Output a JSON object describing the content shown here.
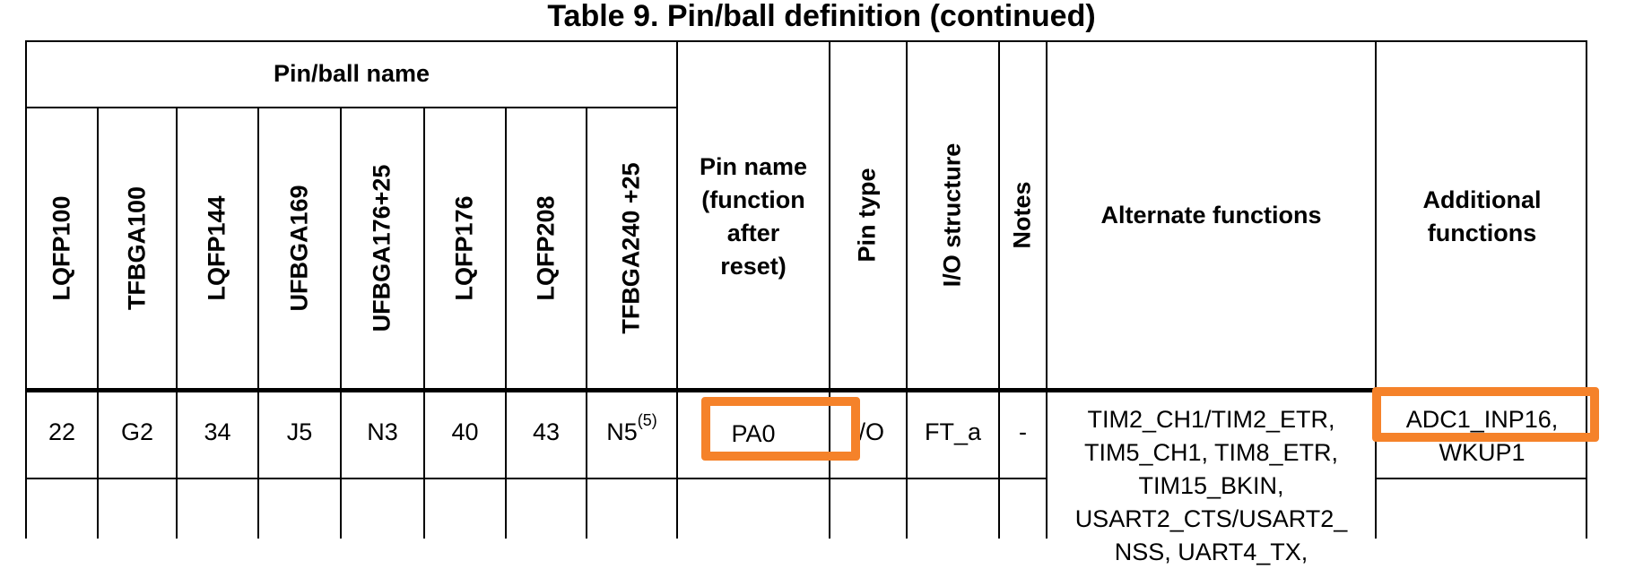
{
  "title": "Table 9. Pin/ball definition (continued)",
  "header": {
    "group_label": "Pin/ball name",
    "package_columns": [
      "LQFP100",
      "TFBGA100",
      "LQFP144",
      "UFBGA169",
      "UFBGA176+25",
      "LQFP176",
      "LQFP208",
      "TFBGA240 +25"
    ],
    "pin_name_lines": [
      "Pin name",
      "(function",
      "after",
      "reset)"
    ],
    "pin_type": "Pin type",
    "io_structure": "I/O structure",
    "notes": "Notes",
    "alternate_functions": "Alternate functions",
    "additional_functions_lines": [
      "Additional",
      "functions"
    ]
  },
  "row": {
    "packages": [
      "22",
      "G2",
      "34",
      "J5",
      "N3",
      "40",
      "43",
      "N5"
    ],
    "last_package_sup": "(5)",
    "pin_name": "PA0",
    "pin_type": "I/O",
    "io_structure": "FT_a",
    "notes": "-",
    "alternate_functions_lines": [
      "TIM2_CH1/TIM2_ETR,",
      "TIM5_CH1, TIM8_ETR,",
      "TIM15_BKIN,",
      "USART2_CTS/USART2_",
      "NSS, UART4_TX,"
    ],
    "additional_functions_lines": [
      "ADC1_INP16,",
      "WKUP1"
    ]
  },
  "highlight_color": "#f5822a"
}
